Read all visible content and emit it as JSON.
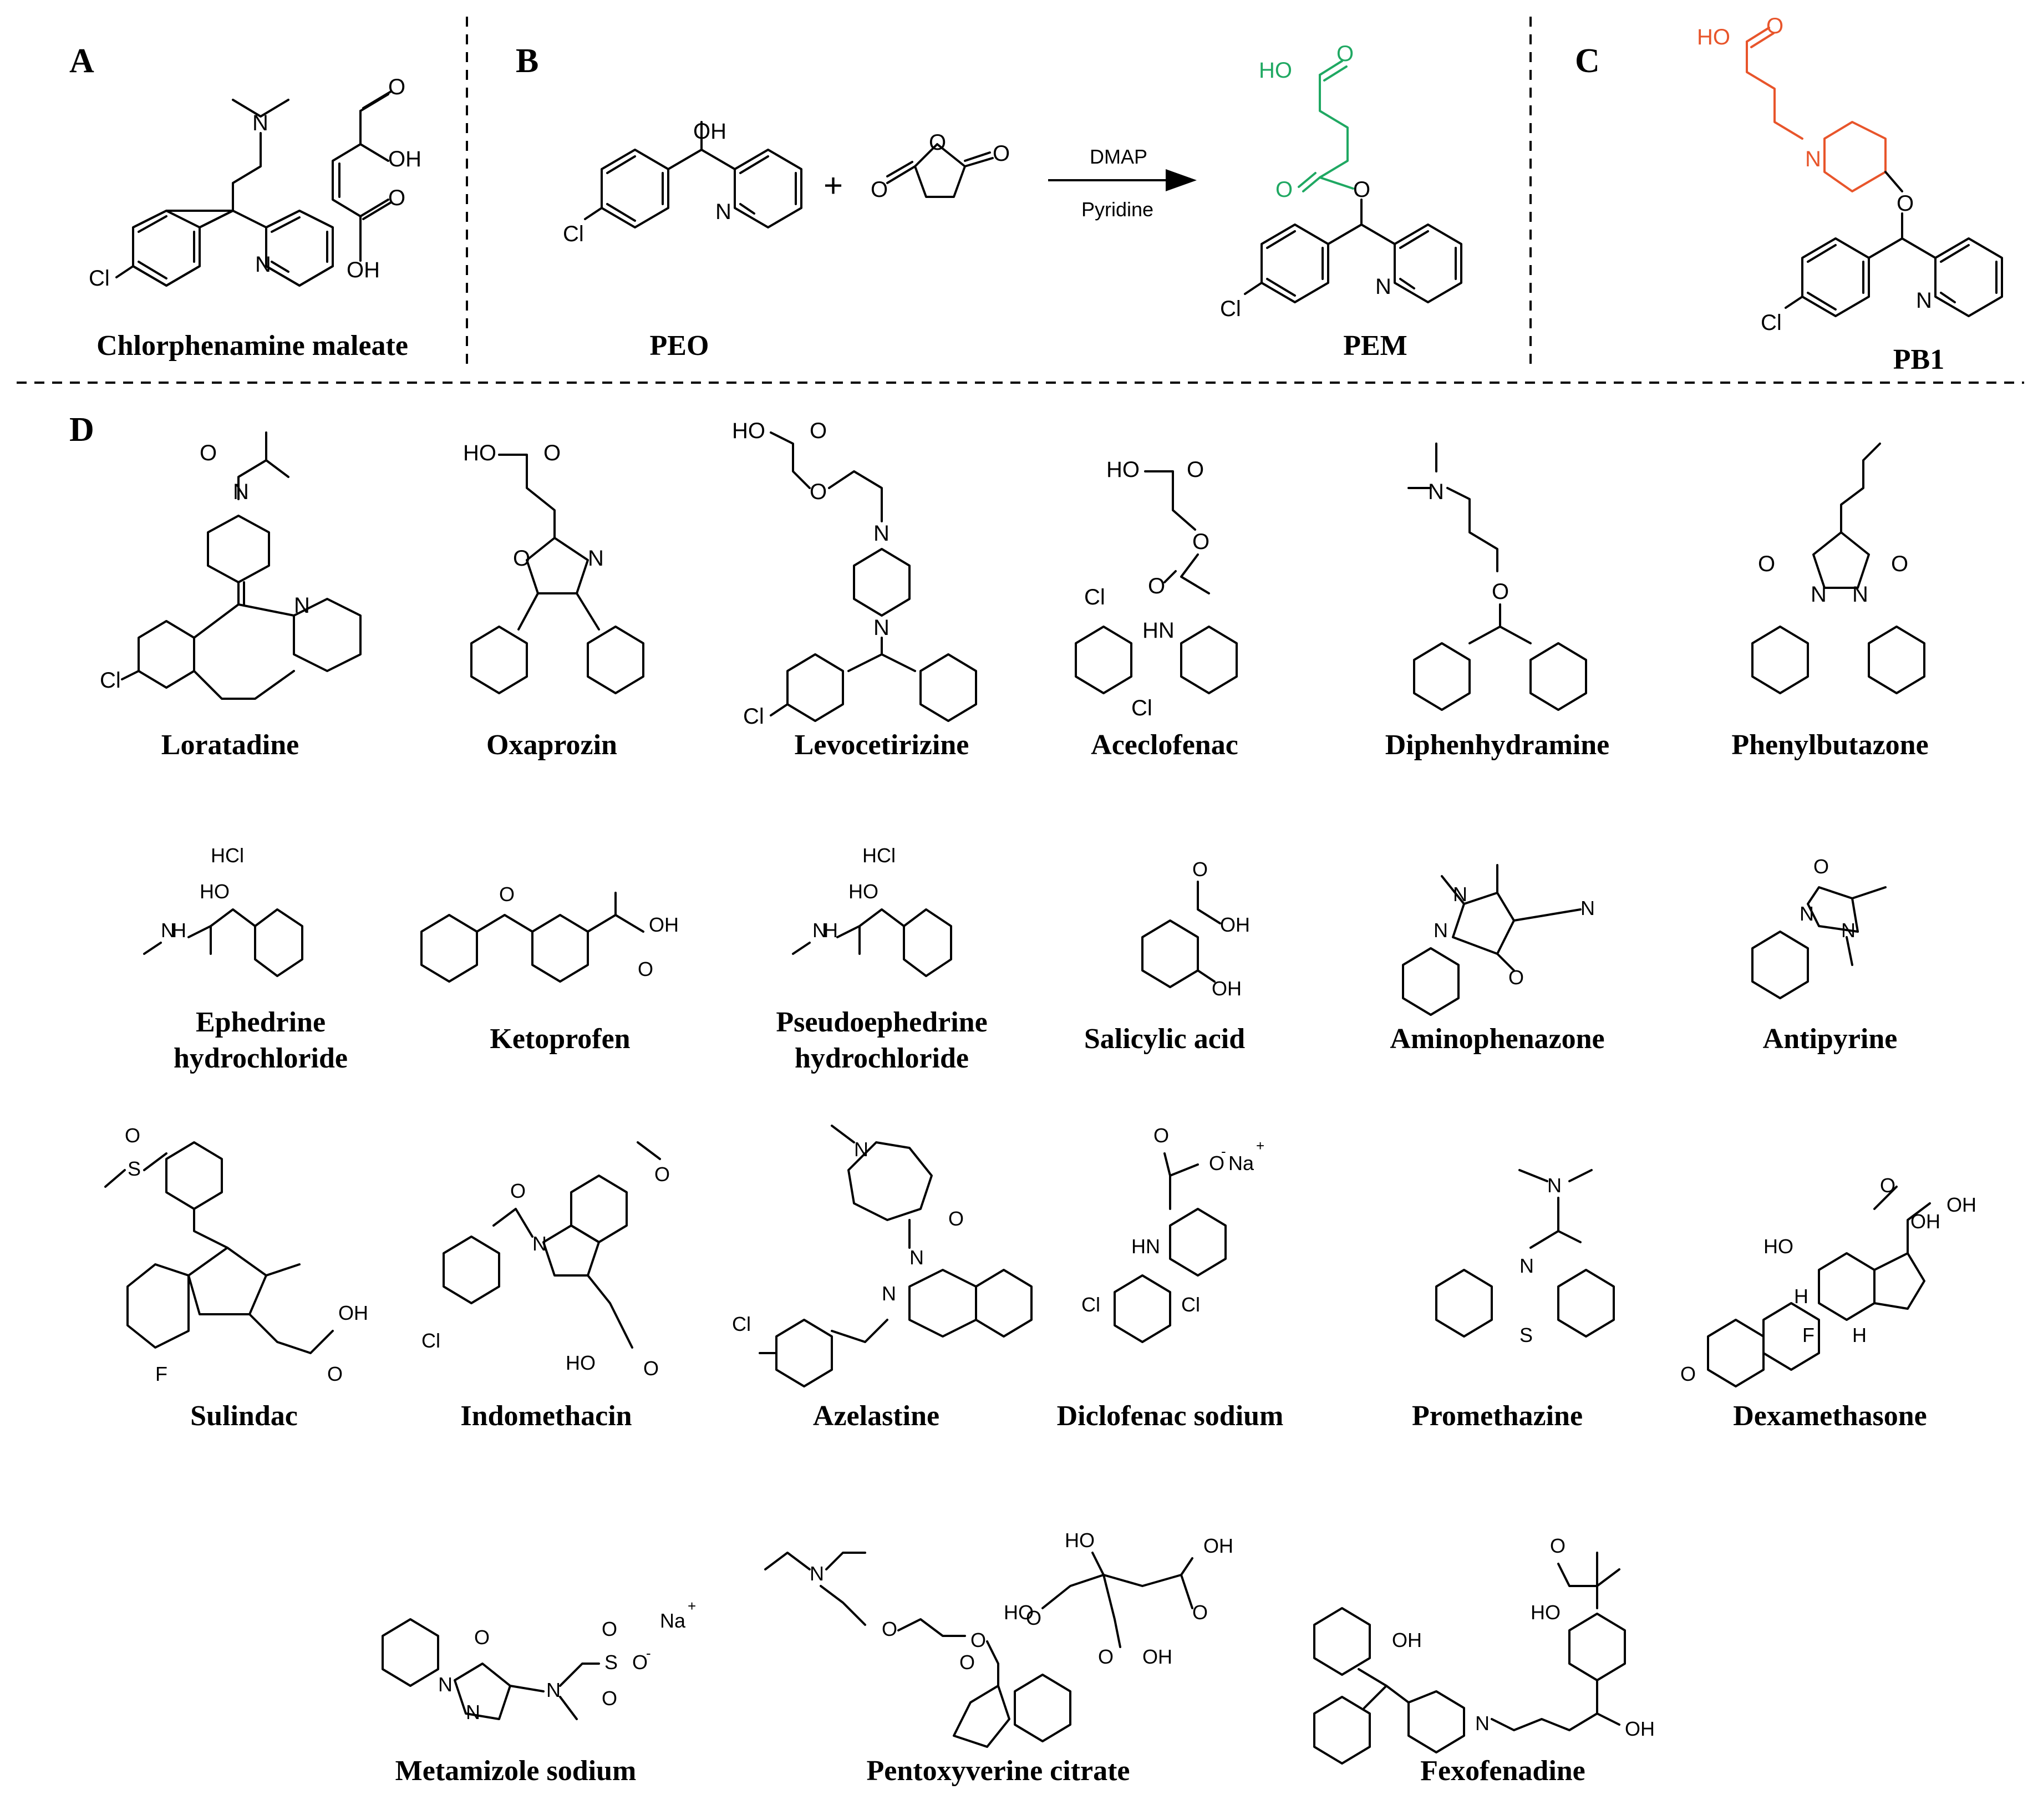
{
  "panels": {
    "A": {
      "letter": "A",
      "caption": "Chlorphenamine maleate"
    },
    "B": {
      "letter": "B",
      "reactant1_caption": "PEO",
      "plus": "+",
      "reagent_top": "DMAP",
      "reagent_bottom": "Pyridine",
      "product_caption": "PEM"
    },
    "C": {
      "letter": "C",
      "caption": "PB1"
    },
    "D": {
      "letter": "D",
      "compounds": [
        {
          "name": "Loratadine"
        },
        {
          "name": "Oxaprozin"
        },
        {
          "name": "Levocetirizine"
        },
        {
          "name": "Aceclofenac"
        },
        {
          "name": "Diphenhydramine"
        },
        {
          "name": "Phenylbutazone"
        },
        {
          "name": "Ephedrine",
          "name2": "hydrochloride"
        },
        {
          "name": "Ketoprofen"
        },
        {
          "name": "Pseudoephedrine",
          "name2": "hydrochloride"
        },
        {
          "name": "Salicylic acid"
        },
        {
          "name": "Aminophenazone"
        },
        {
          "name": "Antipyrine"
        },
        {
          "name": "Sulindac"
        },
        {
          "name": "Indomethacin"
        },
        {
          "name": "Azelastine"
        },
        {
          "name": "Diclofenac sodium"
        },
        {
          "name": "Promethazine"
        },
        {
          "name": "Dexamethasone"
        },
        {
          "name": "Metamizole sodium"
        },
        {
          "name": "Pentoxyverine citrate"
        },
        {
          "name": "Fexofenadine"
        }
      ]
    }
  },
  "atoms": {
    "N": "N",
    "O": "O",
    "OH": "OH",
    "HO": "HO",
    "Cl": "Cl",
    "F": "F",
    "S": "S",
    "HN": "HN",
    "HCl": "HCl",
    "Na": "Na",
    "plus": "+",
    "minus": "-",
    "H": "H"
  },
  "colors": {
    "pem_chain": "#1fa862",
    "pb1_chain": "#e8552b"
  }
}
